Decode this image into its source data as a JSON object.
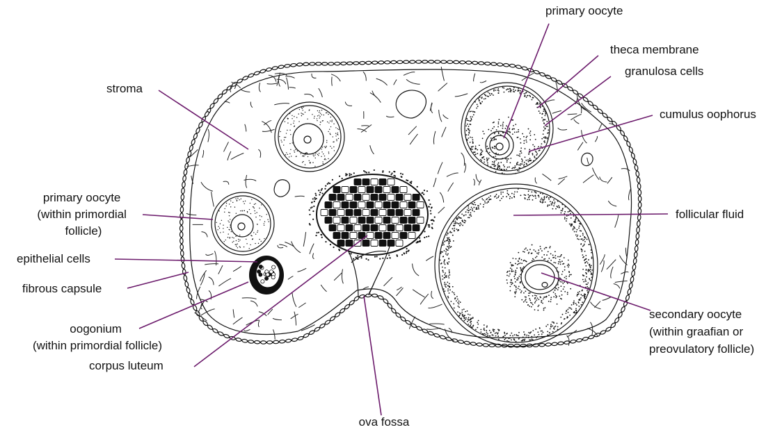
{
  "colors": {
    "leader": "#6b1a6b",
    "ink": "#111111",
    "background": "#ffffff"
  },
  "labels": {
    "primary_oocyte_top": "primary oocyte",
    "theca_membrane": "theca membrane",
    "granulosa_cells": "granulosa cells",
    "cumulus_oophorus": "cumulus oophorus",
    "follicular_fluid": "follicular fluid",
    "secondary_oocyte": [
      "secondary oocyte",
      "(within graafian or",
      "preovulatory follicle)"
    ],
    "stroma": "stroma",
    "primary_oocyte_left": [
      "primary oocyte",
      "(within primordial",
      "follicle)"
    ],
    "epithelial_cells": "epithelial cells",
    "fibrous_capsule": "fibrous capsule",
    "oogonium": [
      "oogonium",
      "(within primordial follicle)"
    ],
    "corpus_luteum": "corpus luteum",
    "ova_fossa": "ova fossa"
  }
}
